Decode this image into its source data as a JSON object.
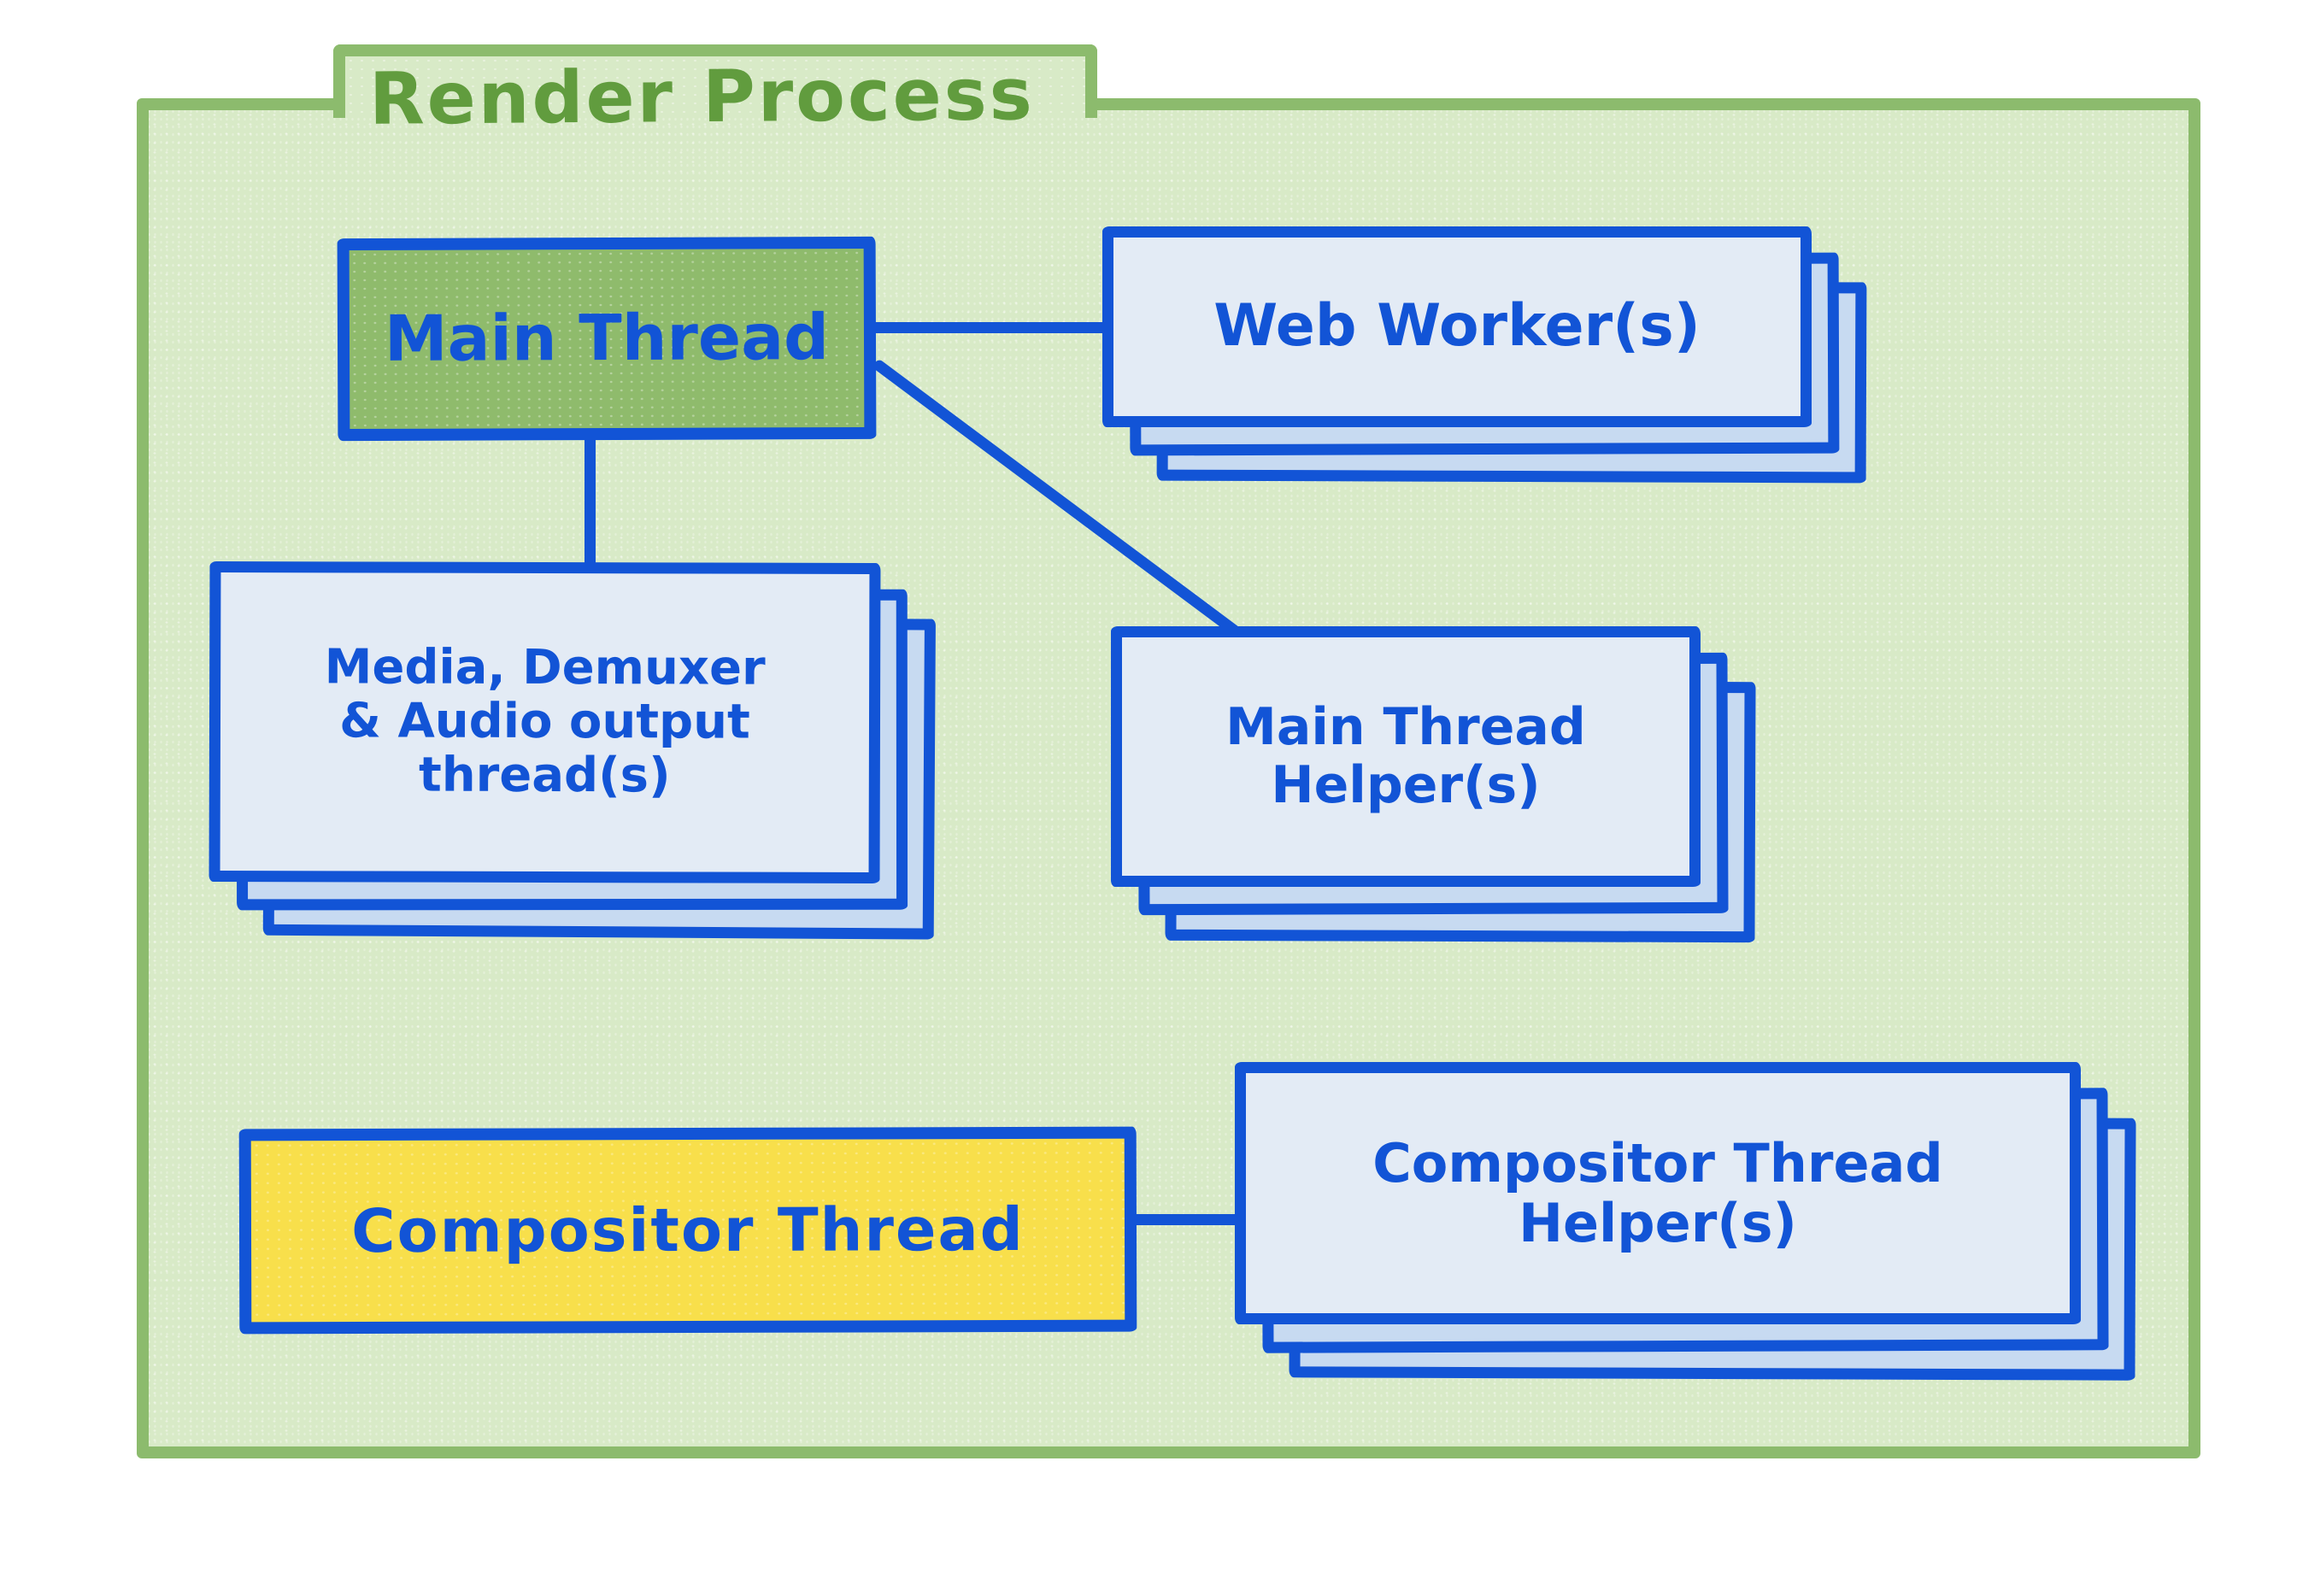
{
  "diagram": {
    "title": "Render Process",
    "colors": {
      "page_background": "#ffffff",
      "folder_fill": "#d8eac7",
      "folder_border": "#8cbb6d",
      "title_green": "#619c3e",
      "ink_blue": "#1254d6",
      "card_front_fill": "#e3ebf5",
      "card_back_fill": "#c7daf1",
      "main_thread_fill": "#8fbb6c",
      "compositor_thread_fill": "#f8df4b"
    },
    "nodes": {
      "main_thread": {
        "label": "Main Thread",
        "style": "green",
        "stacked": false
      },
      "web_workers": {
        "label": "Web Worker(s)",
        "style": "card",
        "stacked": true
      },
      "media_threads": {
        "lines": [
          "Media, Demuxer",
          "& Audio output",
          "thread(s)"
        ],
        "style": "card",
        "stacked": true
      },
      "main_thread_helpers": {
        "lines": [
          "Main Thread",
          "Helper(s)"
        ],
        "style": "card",
        "stacked": true
      },
      "compositor_thread": {
        "label": "Compositor Thread",
        "style": "yellow",
        "stacked": false
      },
      "compositor_thread_helpers": {
        "lines": [
          "Compositor Thread",
          "Helper(s)"
        ],
        "style": "card",
        "stacked": true
      }
    },
    "edges": [
      {
        "from": "main_thread",
        "to": "web_workers"
      },
      {
        "from": "main_thread",
        "to": "media_threads"
      },
      {
        "from": "main_thread",
        "to": "main_thread_helpers"
      },
      {
        "from": "compositor_thread",
        "to": "compositor_thread_helpers"
      }
    ]
  }
}
